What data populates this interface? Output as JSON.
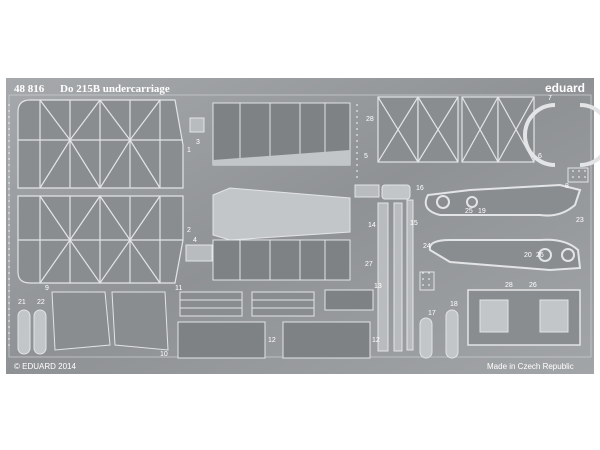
{
  "fret": {
    "code": "48 816",
    "title": "Do 215B undercarriage",
    "brand": "eduard",
    "copyright": "© EDUARD 2014",
    "origin": "Made in Czech Republic",
    "colors": {
      "background": "#ffffff",
      "sheet": "#9a9da0",
      "sheet_dark": "#6f7275",
      "part_light": "#c6c9cb",
      "text": "#ffffff"
    }
  },
  "part_numbers": [
    "1",
    "2",
    "3",
    "4",
    "5",
    "6",
    "7",
    "8",
    "9",
    "10",
    "11",
    "12",
    "12",
    "13",
    "14",
    "15",
    "16",
    "17",
    "18",
    "19",
    "20",
    "21",
    "22",
    "23",
    "24",
    "25",
    "26",
    "26",
    "27",
    "28",
    "28"
  ]
}
